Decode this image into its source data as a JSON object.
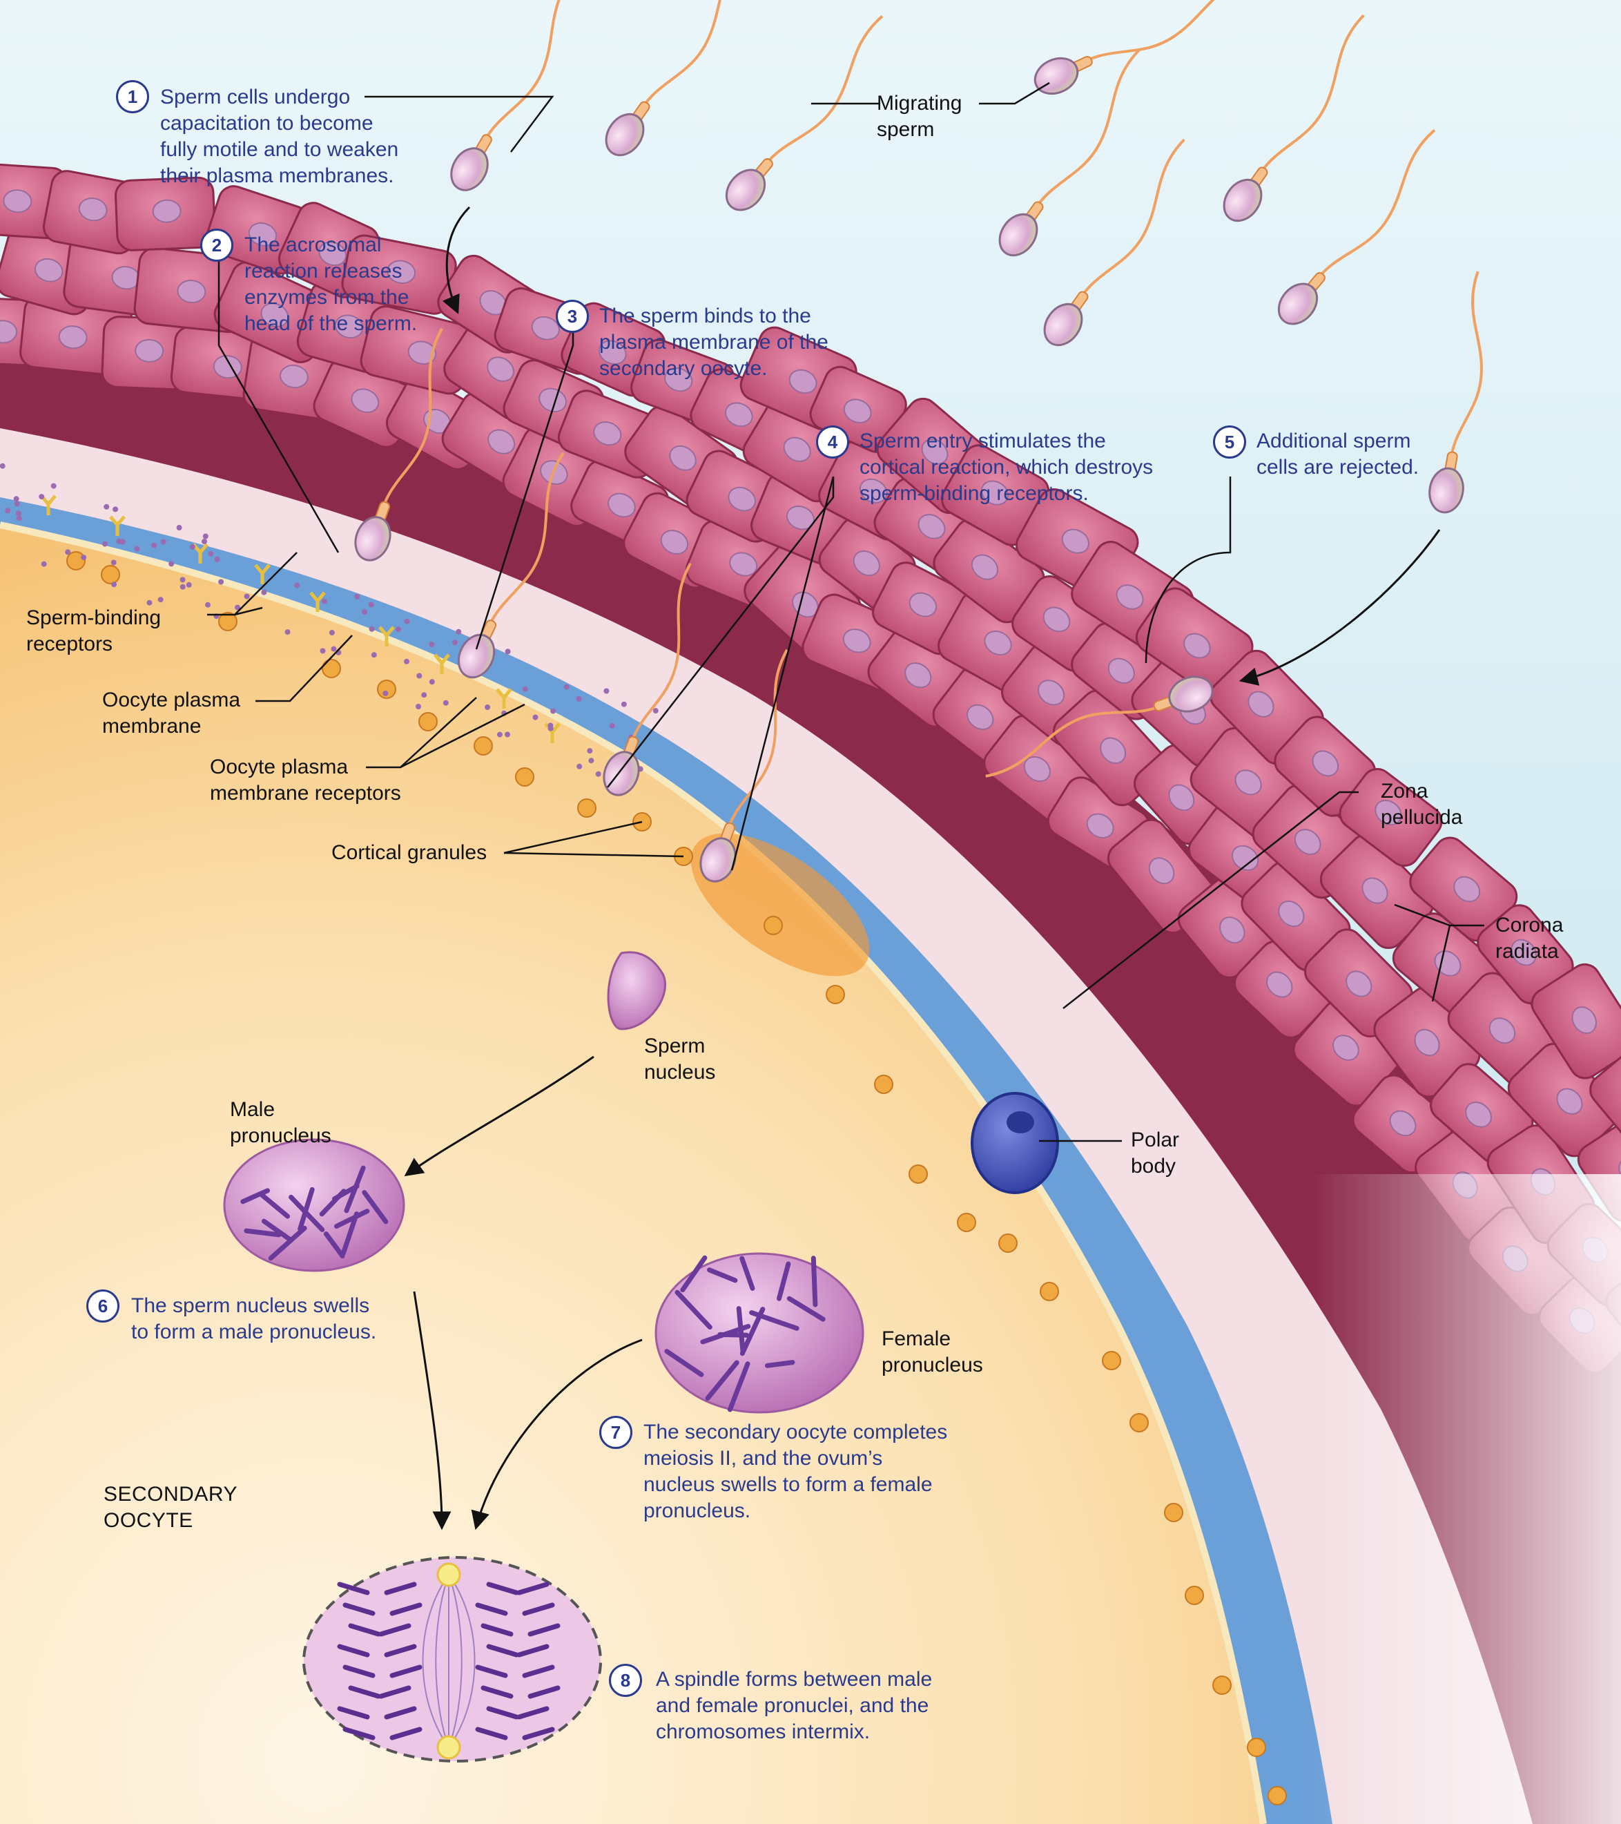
{
  "steps": [
    {
      "number": "1",
      "lines": [
        "Sperm cells undergo",
        "capacitation to become",
        "fully motile and to weaken",
        "their plasma membranes."
      ]
    },
    {
      "number": "2",
      "lines": [
        "The acrosomal",
        "reaction releases",
        "enzymes from the",
        "head of the sperm."
      ]
    },
    {
      "number": "3",
      "lines": [
        "The sperm binds to the",
        "plasma membrane of the",
        "secondary oocyte."
      ]
    },
    {
      "number": "4",
      "lines": [
        "Sperm entry stimulates the",
        "cortical reaction, which destroys",
        "sperm-binding receptors."
      ]
    },
    {
      "number": "5",
      "lines": [
        "Additional sperm",
        "cells are rejected."
      ]
    },
    {
      "number": "6",
      "lines": [
        "The sperm nucleus swells",
        "to form a male pronucleus."
      ]
    },
    {
      "number": "7",
      "lines": [
        "The secondary oocyte completes",
        "meiosis II, and the ovum’s",
        "nucleus swells to form a female",
        "pronucleus."
      ]
    },
    {
      "number": "8",
      "lines": [
        "A spindle forms between male",
        "and female pronuclei, and the",
        "chromosomes intermix."
      ]
    }
  ],
  "labels": {
    "migrating_sperm": [
      "Migrating",
      "sperm"
    ],
    "sperm_binding_receptors": [
      "Sperm-binding",
      "receptors"
    ],
    "oocyte_plasma_membrane": [
      "Oocyte plasma",
      "membrane"
    ],
    "oocyte_plasma_membrane_receptors": [
      "Oocyte plasma",
      "membrane receptors"
    ],
    "cortical_granules": [
      "Cortical granules"
    ],
    "zona_pellucida": [
      "Zona",
      "pellucida"
    ],
    "corona_radiata": [
      "Corona",
      "radiata"
    ],
    "sperm_nucleus": [
      "Sperm",
      "nucleus"
    ],
    "male_pronucleus": [
      "Male",
      "pronucleus"
    ],
    "female_pronucleus": [
      "Female",
      "pronucleus"
    ],
    "polar_body": [
      "Polar",
      "body"
    ],
    "secondary_oocyte": [
      "SECONDARY",
      "OOCYTE"
    ]
  },
  "colors": {
    "background_fluid": "#cfe8f0",
    "cytoplasm": "#f7c77a",
    "plasma_membrane": "#f3e2b0",
    "perivitelline_space": "#5b8fd0",
    "zona_pellucida": "#f2dfe3",
    "corona_cell": "#c8517a",
    "corona_nucleus": "#c89ac8",
    "pronucleus": "#c986c6",
    "chromosome": "#6a3a9a",
    "polar_body": "#3f50b5",
    "step_text": "#2a3a8c",
    "sperm_tail": "#f0a060"
  }
}
